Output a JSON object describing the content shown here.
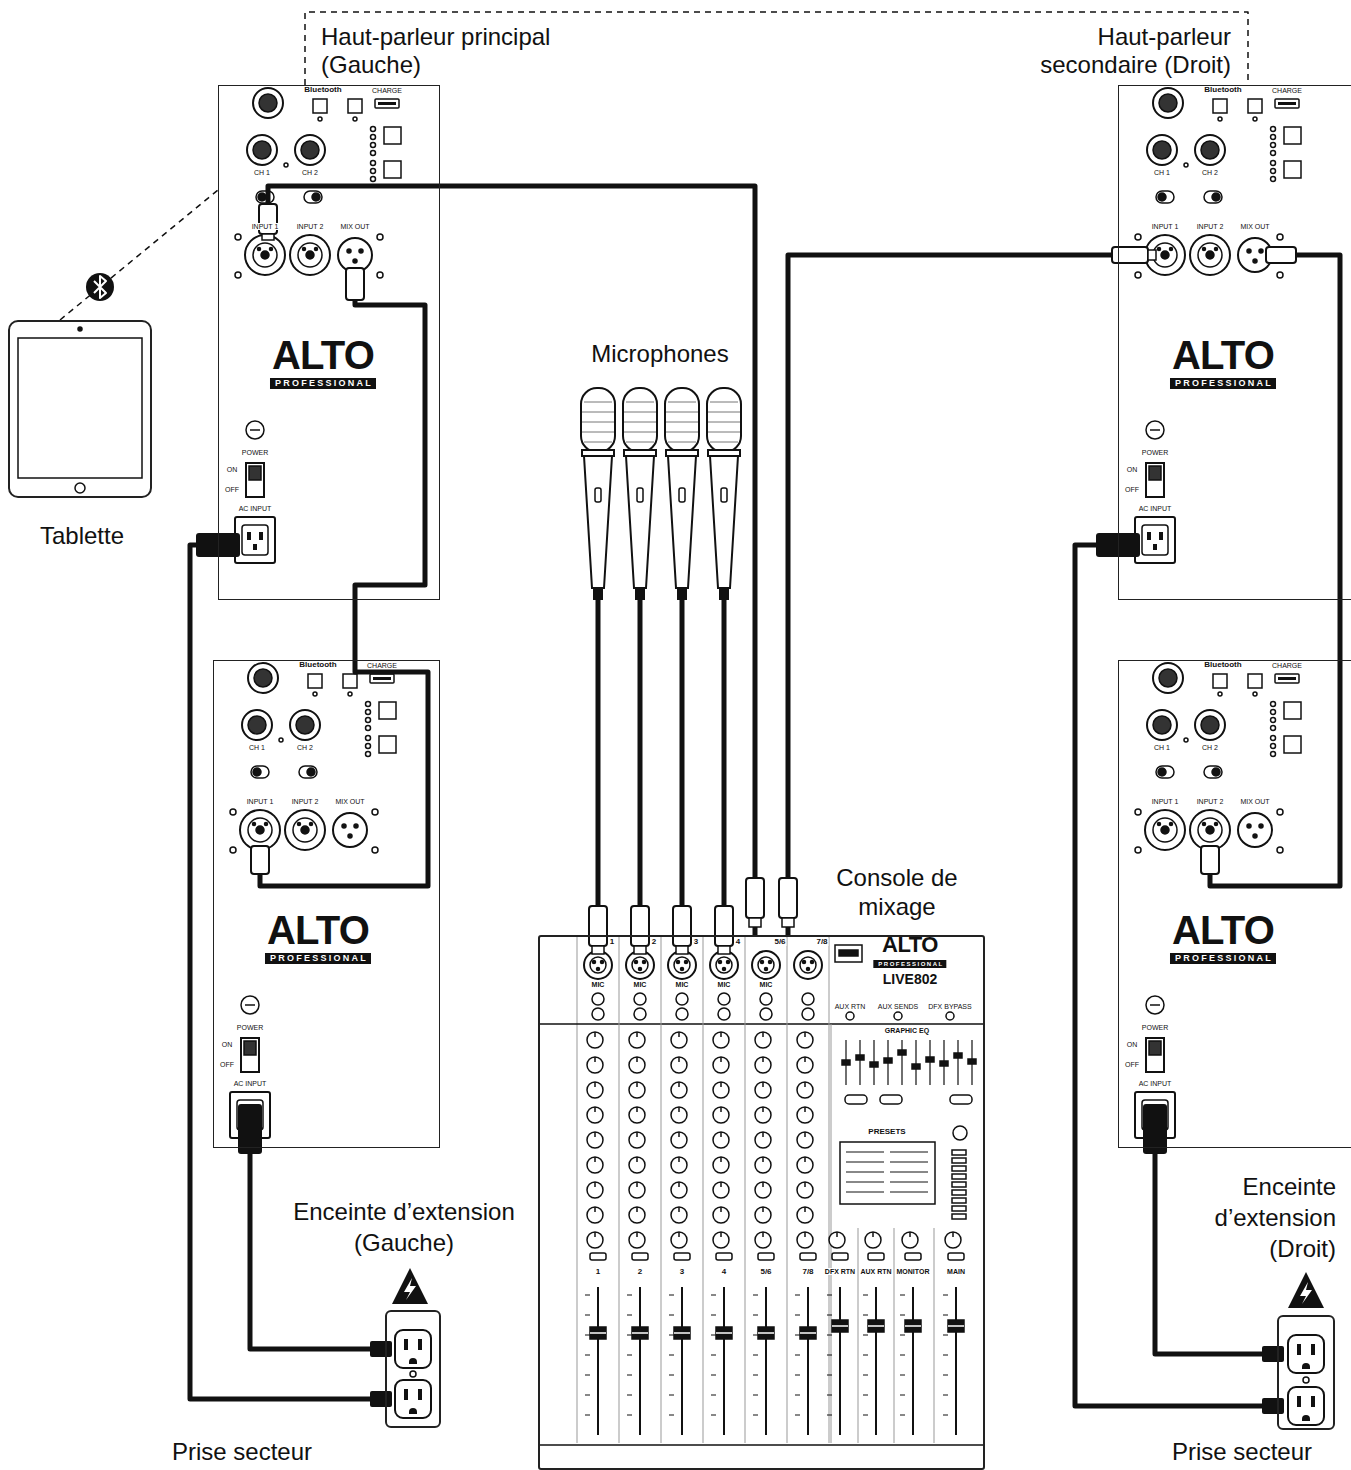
{
  "diagram": {
    "nodes": [
      {
        "text": [
          "Haut-parleur principal (Gauche)"
        ]
      },
      {
        "text": [
          "Haut-parleur secondaire (Droit)"
        ]
      },
      {
        "text": [
          "Tablette"
        ]
      },
      {
        "text": [
          "Microphones"
        ]
      },
      {
        "text": [
          "Console de mixage"
        ]
      },
      {
        "text": [
          "Enceinte d’extension (Gauche)"
        ]
      },
      {
        "text": [
          "Enceinte d’extension (Droit)"
        ]
      },
      {
        "text": [
          "Prise secteur"
        ]
      },
      {
        "text": [
          "Prise secteur"
        ]
      }
    ],
    "edges": [
      {
        "from": 2,
        "to": 0,
        "arrow": "none"
      },
      {
        "from": 0,
        "to": 1,
        "arrow": "none"
      },
      {
        "from": 4,
        "to": 0,
        "arrow": "none"
      },
      {
        "from": 4,
        "to": 1,
        "arrow": "none"
      },
      {
        "from": 0,
        "to": 5,
        "arrow": "none"
      },
      {
        "from": 1,
        "to": 6,
        "arrow": "none"
      },
      {
        "from": 3,
        "to": 4,
        "arrow": "none"
      },
      {
        "from": 5,
        "to": 7,
        "arrow": "none"
      },
      {
        "from": 0,
        "to": 7,
        "arrow": "none"
      },
      {
        "from": 6,
        "to": 8,
        "arrow": "none"
      },
      {
        "from": 1,
        "to": 8,
        "arrow": "none"
      }
    ],
    "labels": [
      "ALTO",
      "PROFESSIONAL",
      "POWER",
      "ON",
      "OFF",
      "AC INPUT",
      "INPUT 1",
      "INPUT 2",
      "MIX OUT",
      "CH 1",
      "CH 2",
      "Bluetooth",
      "CHARGE",
      "ALTO",
      "PROFESSIONAL",
      "POWER",
      "ON",
      "OFF",
      "AC INPUT",
      "INPUT 1",
      "INPUT 2",
      "MIX OUT",
      "CH 1",
      "CH 2",
      "Bluetooth",
      "CHARGE",
      "ALTO",
      "PROFESSIONAL",
      "POWER",
      "ON",
      "OFF",
      "AC INPUT",
      "INPUT 1",
      "INPUT 2",
      "MIX OUT",
      "CH 1",
      "CH 2",
      "Bluetooth",
      "CHARGE",
      "ALTO",
      "PROFESSIONAL",
      "POWER",
      "ON",
      "OFF",
      "AC INPUT",
      "INPUT 1",
      "INPUT 2",
      "MIX OUT",
      "CH 1",
      "CH 2",
      "Bluetooth",
      "CHARGE",
      "ALTO",
      "PROFESSIONAL",
      "LIVE802",
      "1",
      "2",
      "3",
      "4",
      "5/6",
      "7/8",
      "MIC",
      "MIC",
      "MIC",
      "MIC",
      "MIC",
      "AUX RTN",
      "AUX SENDS",
      "DFX BYPASS",
      "GRAPHIC EQ",
      "PRESETS",
      "1",
      "2",
      "3",
      "4",
      "5/6",
      "7/8",
      "DFX RTN",
      "AUX RTN",
      "MONITOR",
      "MAIN"
    ]
  }
}
